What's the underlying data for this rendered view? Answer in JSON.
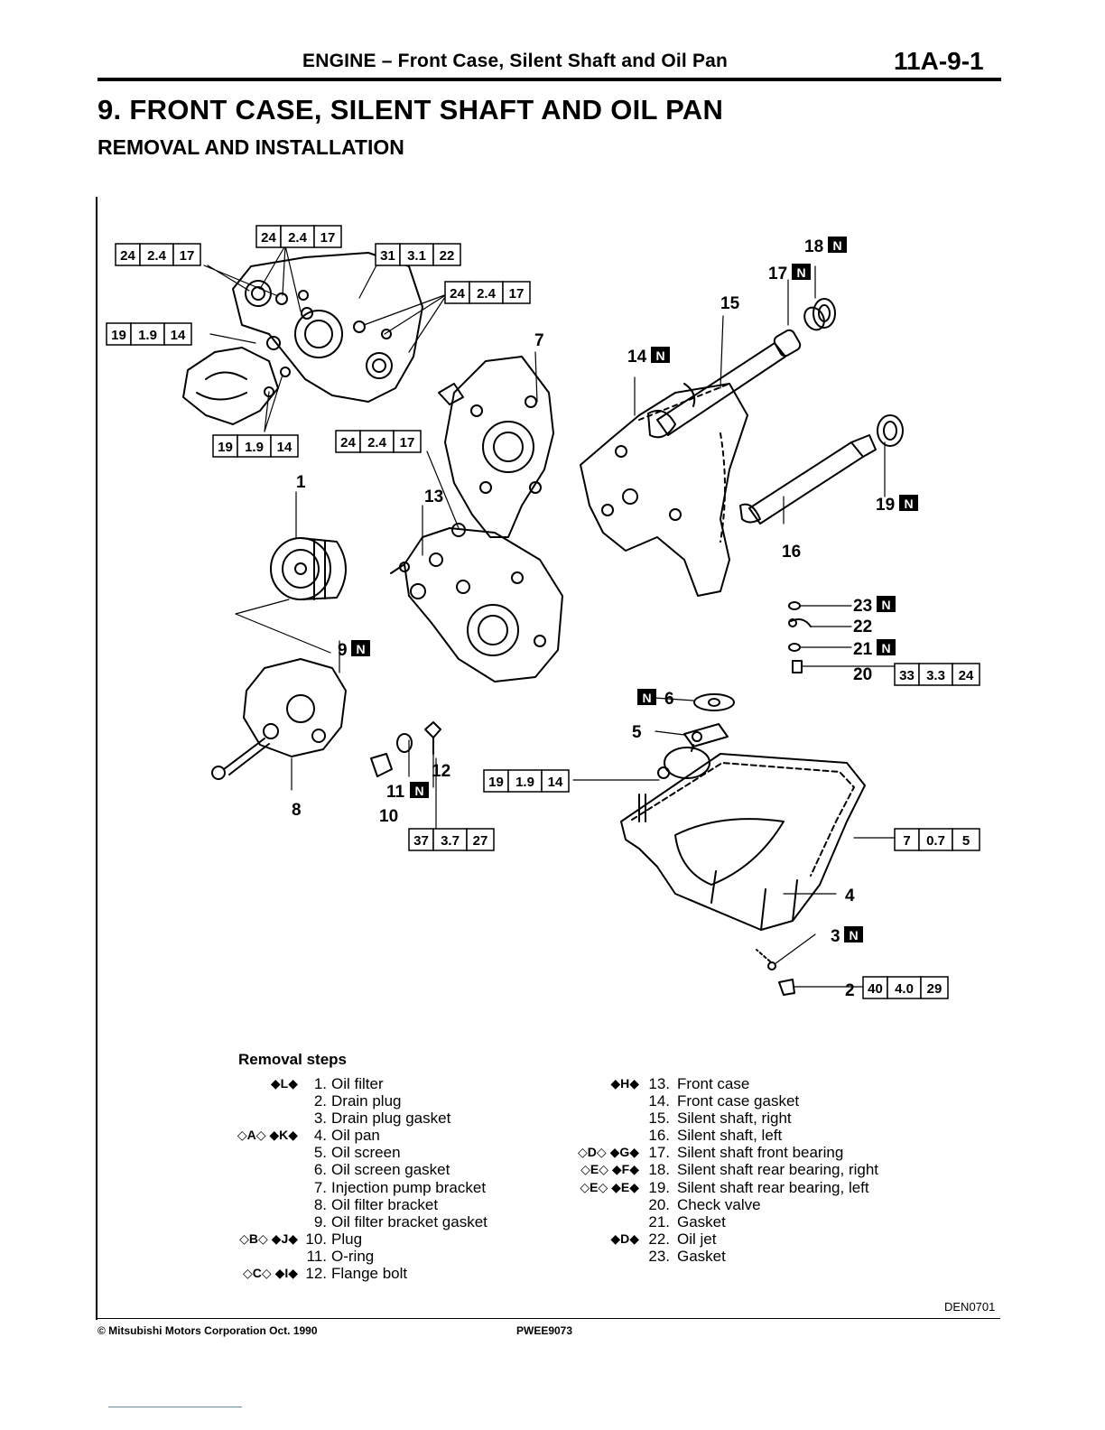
{
  "header": {
    "running_title": "ENGINE – Front Case, Silent Shaft and Oil Pan",
    "page_number": "11A-9-1"
  },
  "section": {
    "title": "9. FRONT CASE, SILENT SHAFT AND OIL PAN",
    "subtitle": "REMOVAL AND INSTALLATION"
  },
  "diagram": {
    "new_part_mark": "N",
    "callouts": [
      "1",
      "2",
      "3",
      "4",
      "5",
      "6",
      "7",
      "8",
      "9",
      "10",
      "11",
      "12",
      "13",
      "14",
      "15",
      "16",
      "17",
      "18",
      "19",
      "20",
      "21",
      "22",
      "23"
    ],
    "torque_boxes": [
      [
        "24",
        "2.4",
        "17"
      ],
      [
        "24",
        "2.4",
        "17"
      ],
      [
        "31",
        "3.1",
        "22"
      ],
      [
        "24",
        "2.4",
        "17"
      ],
      [
        "19",
        "1.9",
        "14"
      ],
      [
        "19",
        "1.9",
        "14"
      ],
      [
        "24",
        "2.4",
        "17"
      ],
      [
        "33",
        "3.3",
        "24"
      ],
      [
        "19",
        "1.9",
        "14"
      ],
      [
        "37",
        "3.7",
        "27"
      ],
      [
        "7",
        "0.7",
        "5"
      ],
      [
        "40",
        "4.0",
        "29"
      ]
    ]
  },
  "removal_steps": {
    "heading": "Removal steps",
    "left": [
      {
        "sym": "◆L◆",
        "num": "1.",
        "text": "Oil filter"
      },
      {
        "sym": "",
        "num": "2.",
        "text": "Drain plug"
      },
      {
        "sym": "",
        "num": "3.",
        "text": "Drain plug gasket"
      },
      {
        "sym": "◇A◇ ◆K◆",
        "num": "4.",
        "text": "Oil pan"
      },
      {
        "sym": "",
        "num": "5.",
        "text": "Oil screen"
      },
      {
        "sym": "",
        "num": "6.",
        "text": "Oil screen gasket"
      },
      {
        "sym": "",
        "num": "7.",
        "text": "Injection pump bracket"
      },
      {
        "sym": "",
        "num": "8.",
        "text": "Oil filter bracket"
      },
      {
        "sym": "",
        "num": "9.",
        "text": "Oil filter bracket gasket"
      },
      {
        "sym": "◇B◇ ◆J◆",
        "num": "10.",
        "text": "Plug"
      },
      {
        "sym": "",
        "num": "11.",
        "text": "O-ring"
      },
      {
        "sym": "◇C◇ ◆I◆",
        "num": "12.",
        "text": "Flange bolt"
      }
    ],
    "right": [
      {
        "sym": "◆H◆",
        "num": "13.",
        "text": "Front case"
      },
      {
        "sym": "",
        "num": "14.",
        "text": "Front case gasket"
      },
      {
        "sym": "",
        "num": "15.",
        "text": "Silent shaft, right"
      },
      {
        "sym": "",
        "num": "16.",
        "text": "Silent shaft, left"
      },
      {
        "sym": "◇D◇ ◆G◆",
        "num": "17.",
        "text": "Silent shaft front bearing"
      },
      {
        "sym": "◇E◇ ◆F◆",
        "num": "18.",
        "text": "Silent shaft rear bearing, right"
      },
      {
        "sym": "◇E◇ ◆E◆",
        "num": "19.",
        "text": "Silent shaft rear bearing, left"
      },
      {
        "sym": "",
        "num": "20.",
        "text": "Check valve"
      },
      {
        "sym": "",
        "num": "21.",
        "text": "Gasket"
      },
      {
        "sym": "◆D◆",
        "num": "22.",
        "text": "Oil jet"
      },
      {
        "sym": "",
        "num": "23.",
        "text": "Gasket"
      }
    ]
  },
  "figure_code": "DEN0701",
  "footer": {
    "copyright": "© Mitsubishi Motors Corporation   Oct. 1990",
    "doc_code": "PWEE9073"
  }
}
